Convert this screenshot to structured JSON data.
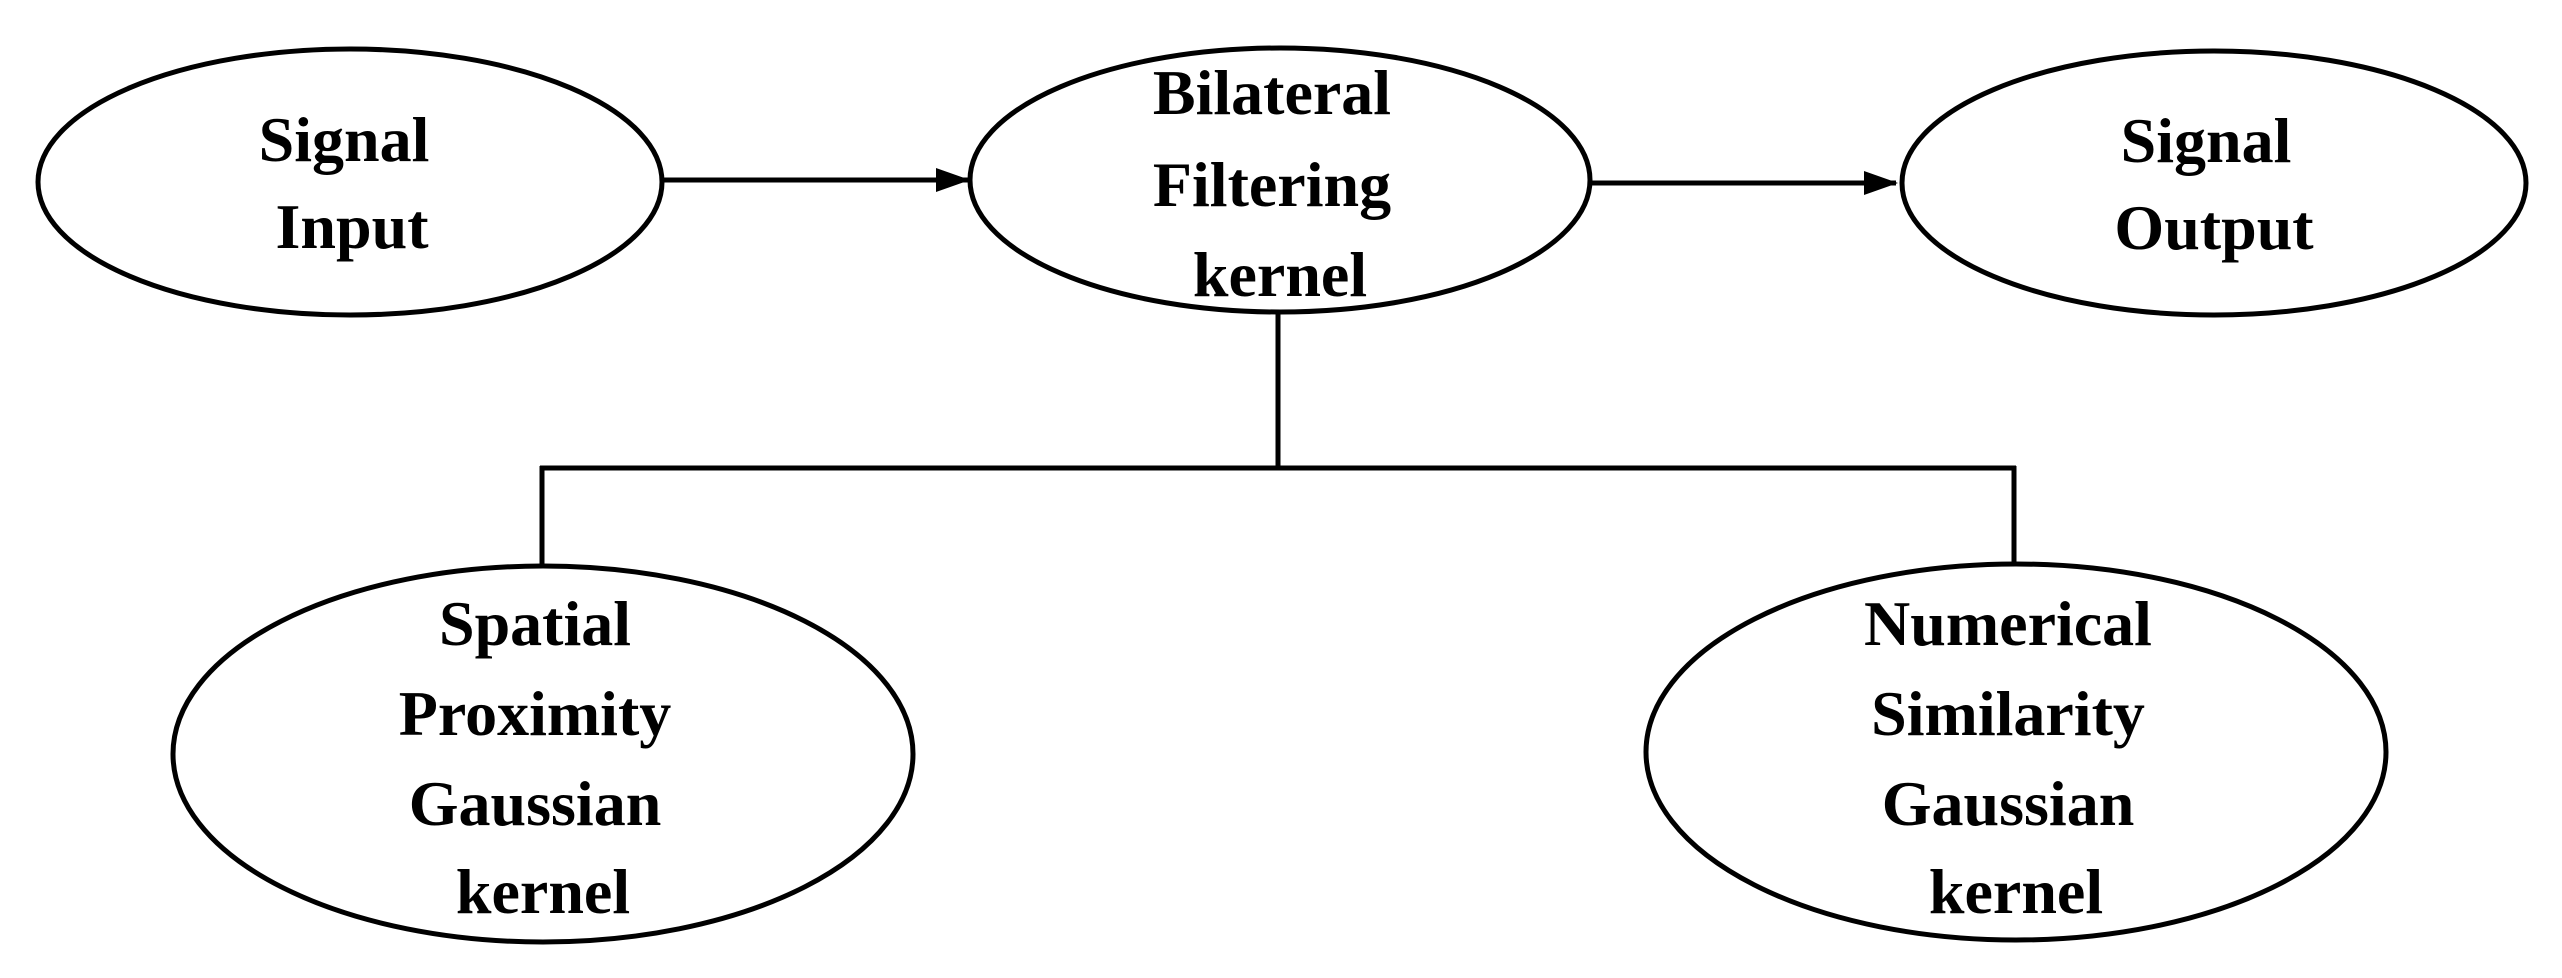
{
  "diagram": {
    "colors": {
      "stroke": "#000000",
      "fill": "#ffffff",
      "text": "#000000"
    },
    "nodes": {
      "signal_input": {
        "lines": [
          "Signal",
          "Input"
        ]
      },
      "bilateral_kernel": {
        "lines": [
          "Bilateral",
          "Filtering",
          "kernel"
        ]
      },
      "signal_output": {
        "lines": [
          "Signal",
          "Output"
        ]
      },
      "spatial_kernel": {
        "lines": [
          "Spatial",
          "Proximity",
          "Gaussian",
          "kernel"
        ]
      },
      "numerical_kernel": {
        "lines": [
          "Numerical",
          "Similarity",
          "Gaussian",
          "kernel"
        ]
      }
    }
  }
}
